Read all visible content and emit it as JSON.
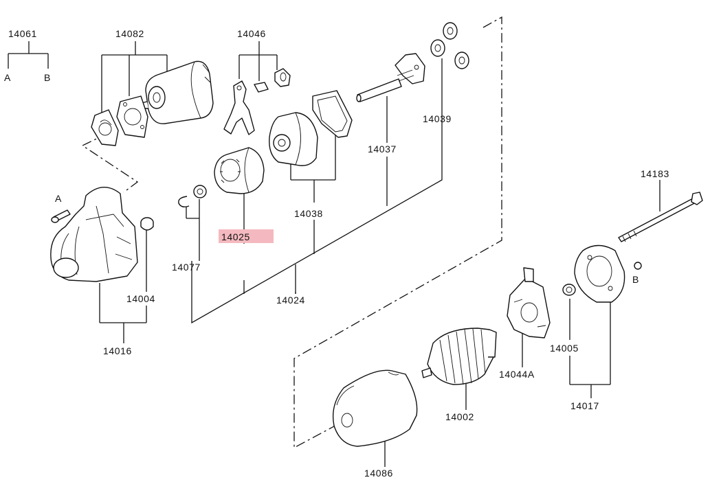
{
  "labels": {
    "p14061": "14061",
    "pA1": "A",
    "pB1": "B",
    "p14082": "14082",
    "p14046": "14046",
    "p14039": "14039",
    "p14037": "14037",
    "p14038": "14038",
    "p14025": "14025",
    "p14077": "14077",
    "p14024": "14024",
    "pA2": "A",
    "p14004": "14004",
    "p14016": "14016",
    "p14183": "14183",
    "pB2": "B",
    "p14005": "14005",
    "p14017": "14017",
    "p14044A": "14044A",
    "p14002": "14002",
    "p14086": "14086"
  },
  "highlight_color": "#f4b9c0"
}
